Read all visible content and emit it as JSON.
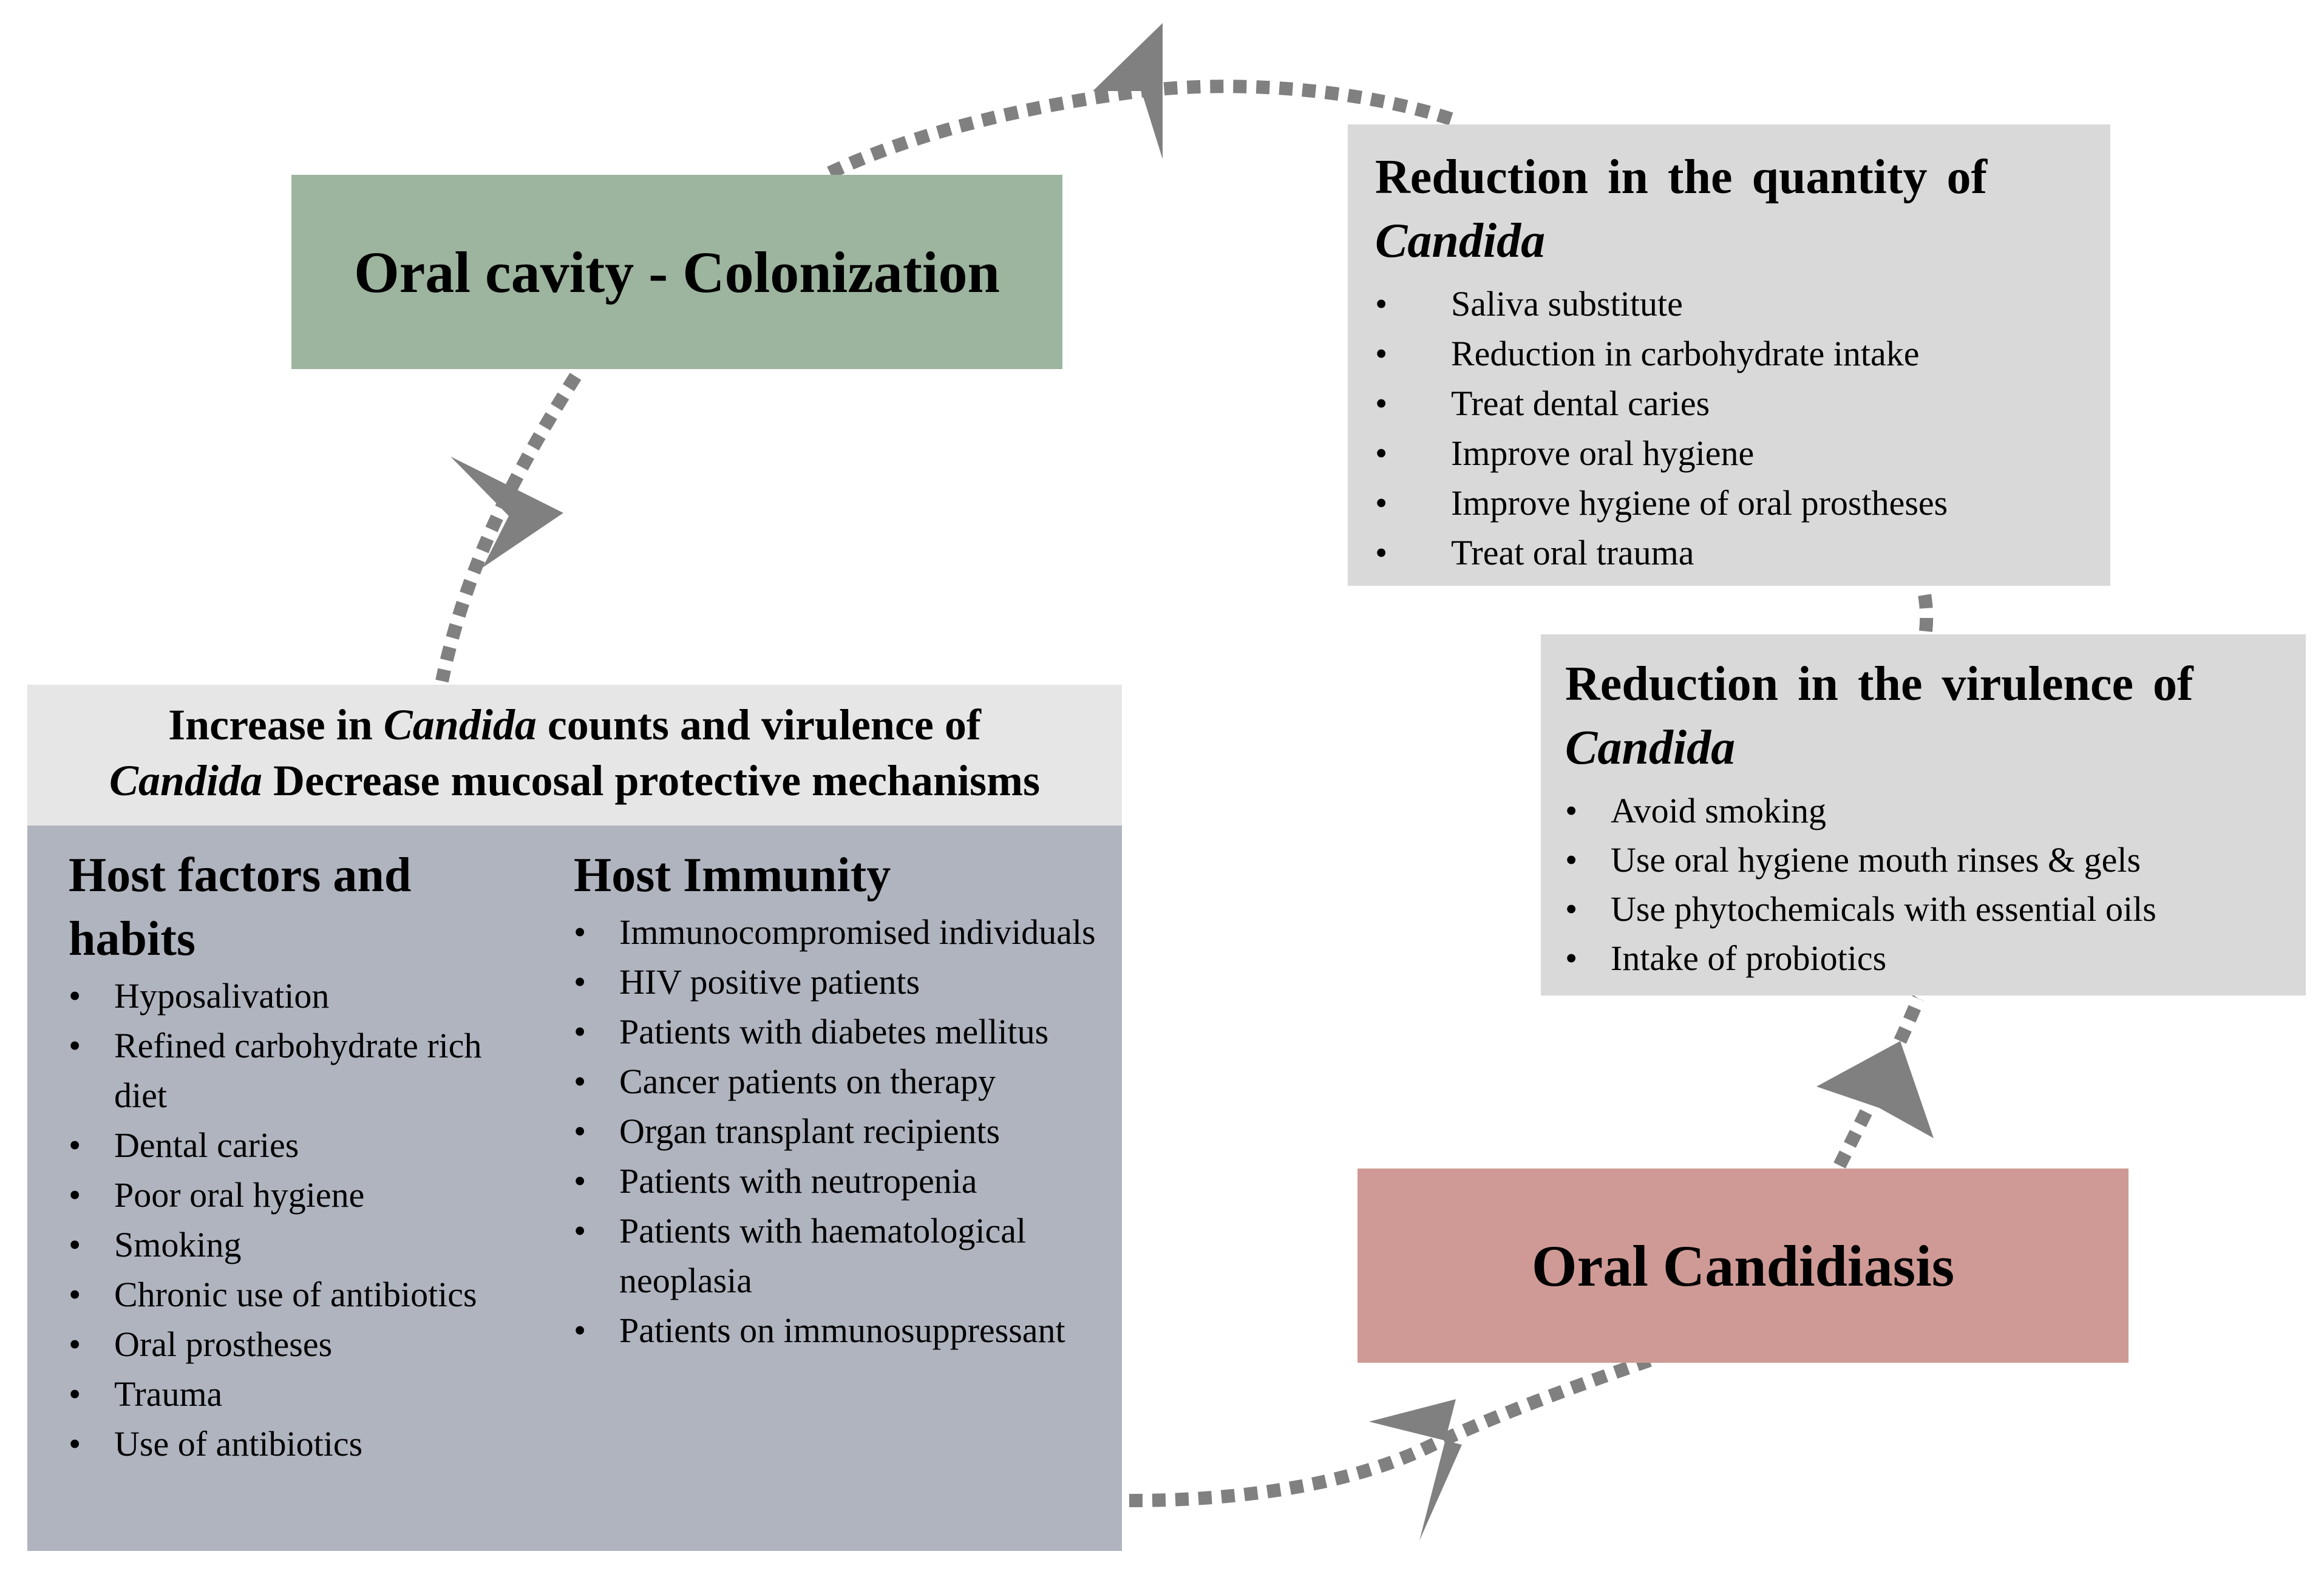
{
  "colonization": {
    "title": "Oral cavity - Colonization"
  },
  "candidiasis": {
    "title": "Oral Candidiasis"
  },
  "reduction_quantity": {
    "title_prefix": "Reduction in the quantity of",
    "title_organism": "Candida",
    "items": [
      "Saliva substitute",
      "Reduction in carbohydrate intake",
      "Treat dental caries",
      "Improve oral hygiene",
      "Improve hygiene of oral prostheses",
      "Treat oral trauma"
    ]
  },
  "reduction_virulence": {
    "title_prefix": "Reduction in the virulence of",
    "title_organism": "Candida",
    "items": [
      "Avoid smoking",
      "Use oral hygiene mouth rinses & gels",
      "Use phytochemicals with essential oils",
      "Intake of probiotics"
    ]
  },
  "increase": {
    "line1_prefix": "Increase in",
    "line1_organism": "Candida",
    "line1_suffix": "counts and virulence of",
    "line2_organism": "Candida",
    "line2_suffix": "Decrease mucosal protective mechanisms"
  },
  "host_factors": {
    "title": "Host factors and habits",
    "items": [
      "Hyposalivation",
      "Refined carbohydrate rich diet",
      "Dental caries",
      "Poor oral hygiene",
      "Smoking",
      "Chronic use of antibiotics",
      "Oral prostheses",
      "Trauma",
      "Use of antibiotics"
    ]
  },
  "host_immunity": {
    "title": "Host Immunity",
    "items": [
      "Immunocompromised individuals",
      "HIV positive patients",
      "Patients with diabetes mellitus",
      "Cancer patients on therapy",
      "Organ transplant recipients",
      "Patients with neutropenia",
      "Patients with haematological neoplasia",
      "Patients on immunosuppressant"
    ]
  },
  "colors": {
    "colonization_fill": "#9db49f",
    "candidiasis_fill": "#cf9a95",
    "reduction_fill": "#d9d9d9",
    "increase_fill": "#e6e6e6",
    "factors_fill": "#b0b4bf",
    "arrow": "#808080"
  }
}
